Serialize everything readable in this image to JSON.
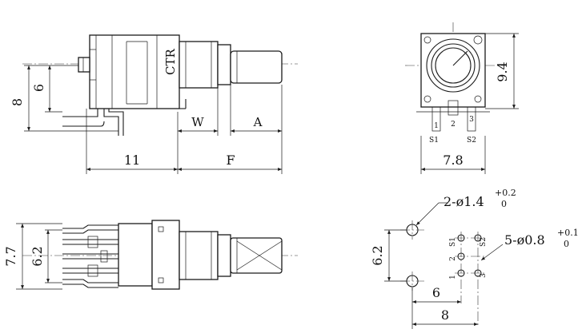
{
  "side_view": {
    "ctr_mark": "CTR",
    "dim_height": "8",
    "dim_pin_offset": "6",
    "dim_body_length": "11",
    "dim_shaft_length": "F",
    "dim_bushing": "W",
    "dim_shaft_flat": "A"
  },
  "front_view": {
    "dim_height": "9.4",
    "dim_width": "7.8",
    "terminal_1": "1",
    "terminal_2": "2",
    "terminal_3": "3",
    "switch_1": "S1",
    "switch_2": "S2"
  },
  "bottom_view": {
    "dim_outer": "7.7",
    "dim_inner": "6.2"
  },
  "pcb_layout": {
    "mount_holes_label": "2-ø1.4",
    "mount_holes_tol_upper": "+0.2",
    "mount_holes_tol_lower": "0",
    "pin_holes_label": "5-ø0.8",
    "pin_holes_tol_upper": "+0.1",
    "pin_holes_tol_lower": "0",
    "dim_vertical": "6.2",
    "dim_pitch": "6",
    "dim_width": "8",
    "pad_s1": "S1",
    "pad_s2": "S2",
    "pad_1": "1",
    "pad_2": "2",
    "pad_3": "3"
  }
}
